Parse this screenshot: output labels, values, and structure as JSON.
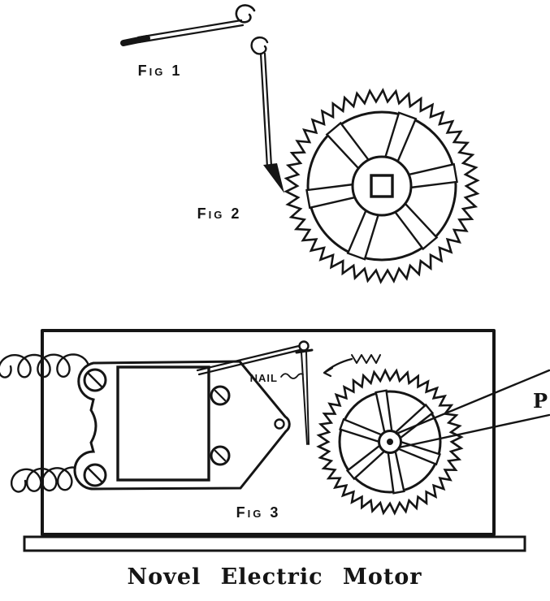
{
  "colors": {
    "ink": "#151515",
    "paper": "#ffffff"
  },
  "labels": {
    "fig1": "Fig 1",
    "fig2": "Fig 2",
    "fig3": "Fig 3",
    "nail": "NAIL",
    "pointer": "P"
  },
  "caption": "Novel Electric Motor"
}
